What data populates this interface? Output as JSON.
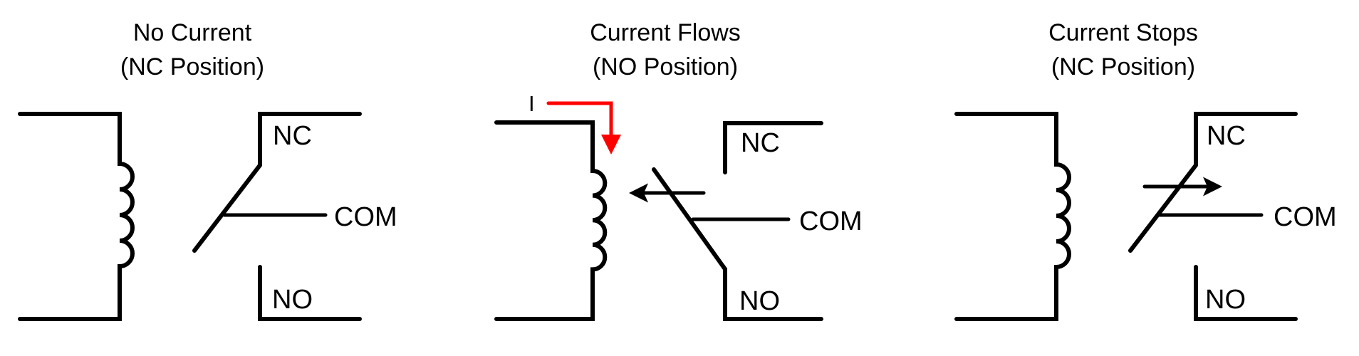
{
  "figure": {
    "description": "Relay operation: coil and SPDT switch in three states",
    "colors": {
      "line": "#000000",
      "current_arrow": "#ff0000",
      "background": "#ffffff"
    },
    "panels": [
      {
        "id": "no-current",
        "title_line1": "No Current",
        "title_line2": "(NC Position)",
        "switch_position": "NC",
        "armature_motion": "none",
        "labels": {
          "nc": "NC",
          "com": "COM",
          "no": "NO"
        }
      },
      {
        "id": "current-flows",
        "title_line1": "Current Flows",
        "title_line2": "(NO Position)",
        "switch_position": "NO",
        "armature_motion": "toward-coil",
        "current_label": "I",
        "labels": {
          "nc": "NC",
          "com": "COM",
          "no": "NO"
        }
      },
      {
        "id": "current-stops",
        "title_line1": "Current Stops",
        "title_line2": "(NC Position)",
        "switch_position": "NC",
        "armature_motion": "away-from-coil",
        "labels": {
          "nc": "NC",
          "com": "COM",
          "no": "NO"
        }
      }
    ]
  }
}
